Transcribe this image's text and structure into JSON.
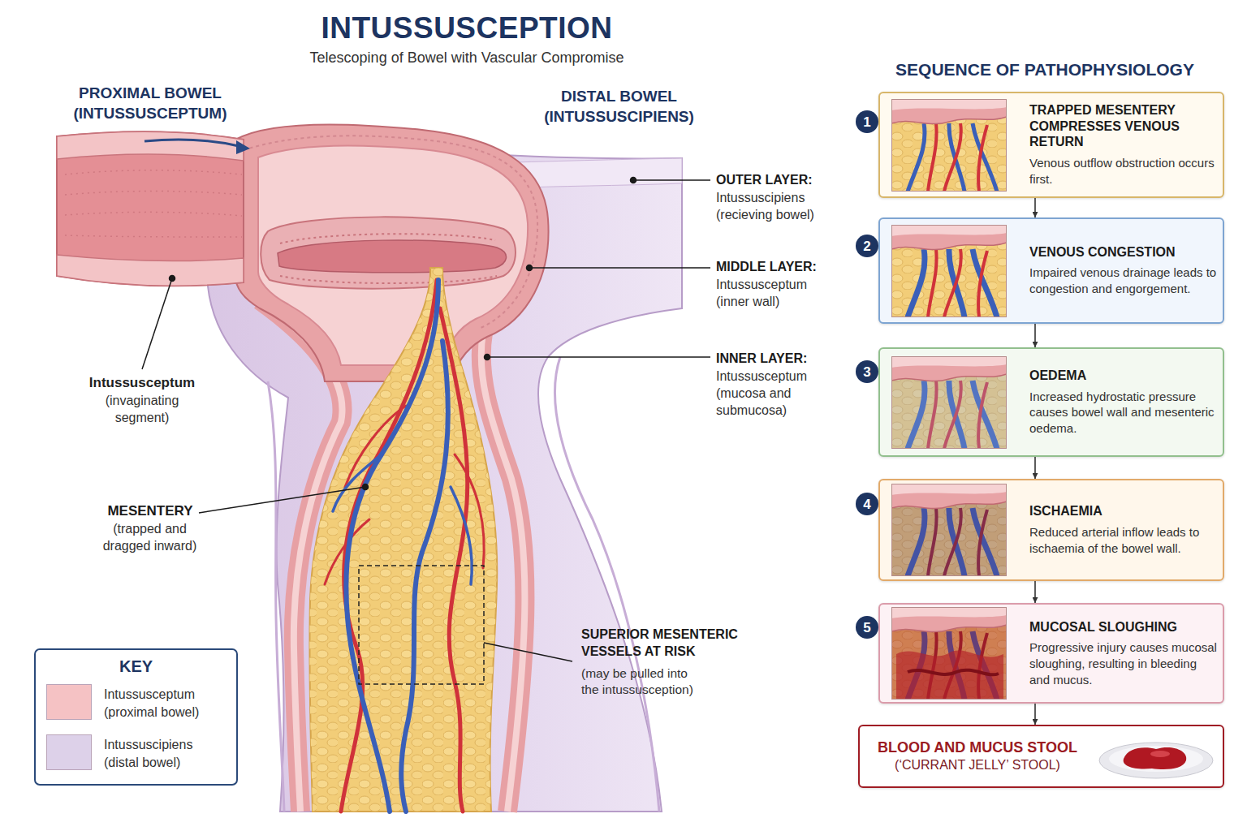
{
  "diagram": {
    "title": "INTUSSUSCEPTION",
    "nodes": [
      {
        "text": [
          "1"
        ]
      },
      {
        "text": [
          "TRAPPED MESENTERY COMPRESSES VENOUS RETURN",
          "Venous outflow obstruction occurs first."
        ]
      },
      {
        "text": [
          "2"
        ]
      },
      {
        "text": [
          "VENOUS CONGESTION",
          "Impaired venous drainage leads to congestion and engorgement."
        ]
      },
      {
        "text": [
          "3"
        ]
      },
      {
        "text": [
          "OEDEMA",
          "Increased hydrostatic pressure causes bowel wall and mesenteric oedema."
        ]
      },
      {
        "text": [
          "4"
        ]
      },
      {
        "text": [
          "ISCHAEMIA",
          "Reduced arterial inflow leads to ischaemia of the bowel wall."
        ]
      },
      {
        "text": [
          "5"
        ]
      },
      {
        "text": [
          "MUCOSAL SLOUGHING",
          "Progressive injury causes mucosal sloughing, resulting in bleeding and mucus."
        ]
      },
      {
        "text": [
          "BLOOD AND MUCUS STOOL",
          "(‘CURRANT JELLY’ STOOL)"
        ]
      }
    ],
    "edges": [
      {
        "from": 1,
        "to": 3,
        "arrow": "to"
      },
      {
        "from": 3,
        "to": 5,
        "arrow": "to"
      },
      {
        "from": 5,
        "to": 7,
        "arrow": "to"
      },
      {
        "from": 7,
        "to": 9,
        "arrow": "to"
      },
      {
        "from": 9,
        "to": 10,
        "arrow": "to"
      }
    ],
    "labels": [
      "Telescoping of Bowel with Vascular Compromise",
      "SEQUENCE OF PATHOPHYSIOLOGY",
      "PROXIMAL BOWEL (INTUSSUSCEPTUM)",
      "DISTAL BOWEL (INTUSSUSCIPIENS)",
      "OUTER LAYER:",
      "Intussuscipiens (recieving bowel)",
      "MIDDLE LAYER:",
      "Intussusceptum (inner wall)",
      "INNER LAYER:",
      "Intussusceptum (mucosa and submucosa)",
      "Intussusceptum",
      "(invaginating segment)",
      "MESENTERY",
      "(trapped and dragged inward)",
      "SUPERIOR MESENTERIC VESSELS AT RISK",
      "(may be pulled into the intussusception)",
      "KEY"
    ],
    "legend": [
      {
        "text": "Intussusceptum (proximal bowel)",
        "color": "#f5c2c4"
      },
      {
        "text": "Intussuscipiens (distal bowel)",
        "color": "#ddd1e9"
      }
    ]
  }
}
